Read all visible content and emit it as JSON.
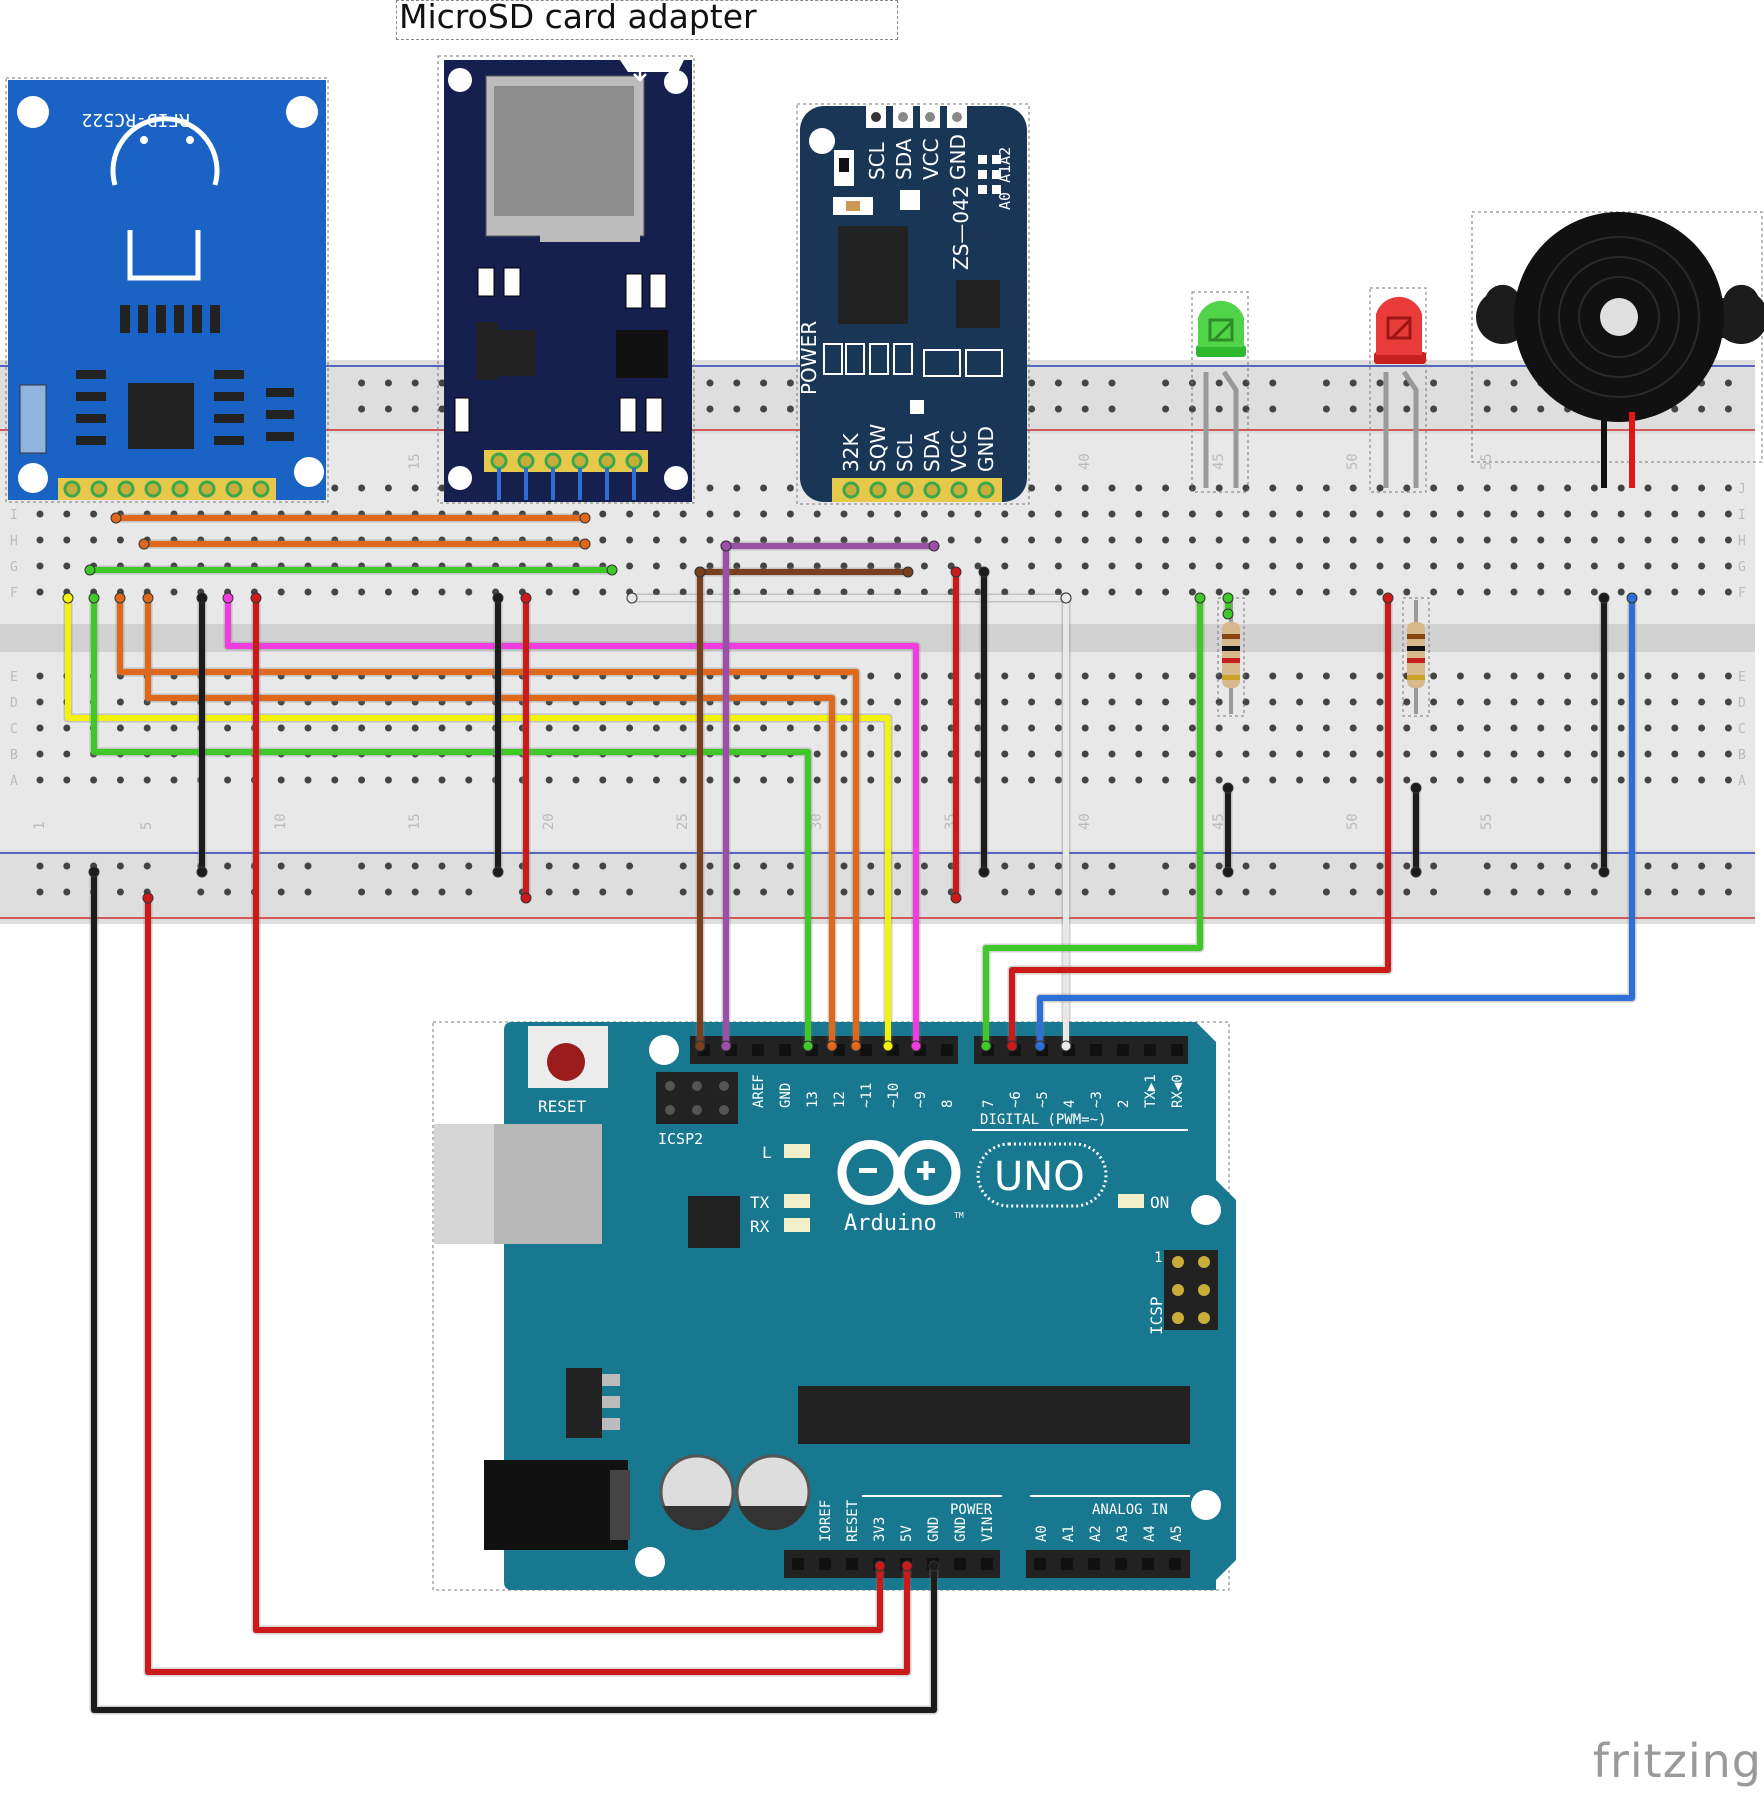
{
  "caption": "MicroSD card adapter",
  "watermark": "fritzing",
  "rfid": {
    "label": "RFID-RC522"
  },
  "rtc": {
    "label": "ZS—042",
    "address_label": "A0 A1A2",
    "power_label": "POWER",
    "top_pins": [
      "SCL",
      "SDA",
      "VCC",
      "GND"
    ],
    "bottom_pins": [
      "32K",
      "SQW",
      "SCL",
      "SDA",
      "VCC",
      "GND"
    ]
  },
  "arduino": {
    "reset": "RESET",
    "icsp2": "ICSP2",
    "icsp": "ICSP",
    "icsp_pin1": "1",
    "logo": "Arduino",
    "tm": "TM",
    "model": "UNO",
    "on": "ON",
    "led_l": "L",
    "led_tx": "TX",
    "led_rx": "RX",
    "digital": "DIGITAL (PWM=~)",
    "digital_pins": [
      "AREF",
      "GND",
      "13",
      "12",
      "~11",
      "~10",
      "~9",
      "8",
      "7",
      "~6",
      "~5",
      "4",
      "~3",
      "2",
      "TX▶1",
      "RX◀0"
    ],
    "power_title": "POWER",
    "power_pins": [
      "IOREF",
      "RESET",
      "3V3",
      "5V",
      "GND",
      "GND",
      "VIN"
    ],
    "analog_title": "ANALOG IN",
    "analog_pins": [
      "A0",
      "A1",
      "A2",
      "A3",
      "A4",
      "A5"
    ]
  },
  "breadboard": {
    "column_numbers": [
      "1",
      "5",
      "10",
      "15",
      "20",
      "25",
      "30",
      "35",
      "40",
      "45",
      "50",
      "55"
    ],
    "row_letters_top": [
      "J",
      "I",
      "H",
      "G",
      "F"
    ],
    "row_letters_bottom": [
      "E",
      "D",
      "C",
      "B",
      "A"
    ]
  },
  "colors": {
    "breadboard": "#e6e6e6",
    "rfid": "#1a63c4",
    "sd_board": "#16204f",
    "rtc_board": "#1a3657",
    "arduino": "#17788f",
    "wire_red": "#cc1a1a",
    "wire_black": "#1c1c1c",
    "wire_green": "#3ec928",
    "wire_yellow": "#f2f20c",
    "wire_orange": "#e0681b",
    "wire_magenta": "#f03ce0",
    "wire_purple": "#9b4fa8",
    "wire_brown": "#7a3f1c",
    "wire_white": "#e8e8e8",
    "wire_blue": "#2d6fd6"
  }
}
